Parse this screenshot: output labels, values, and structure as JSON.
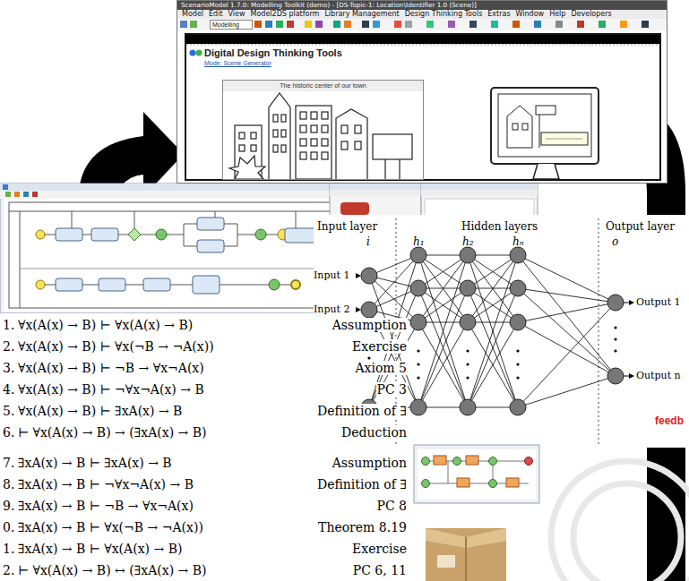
{
  "diagram": {
    "nodes": [
      {
        "text": [
          "ScenarioModel 1.7.0: Modelling Toolkit (demo) - [DS-Topic-1: Location\\Identifier 1.0 (Scene)]"
        ]
      },
      {
        "text": [
          "Digital Design Thinking Tools",
          "Mode: Scene Generator"
        ],
        "in": 0
      },
      {
        "text": [
          "The historic center of our town"
        ],
        "in": 1
      }
    ],
    "labels": [
      "Model",
      "Edit",
      "View",
      "Model2DS platform",
      "Library Management",
      "Design Thinking Tools",
      "Extras",
      "Window",
      "Help",
      "Developers",
      "Modelling",
      "Input layer",
      "Hidden layers",
      "Output layer",
      "i",
      "h₁",
      "h₂",
      "hₙ",
      "o",
      "Input 1",
      "Input 2",
      "Output 1",
      "Output n",
      "1.",
      "∀x(A(x) → B) ⊢ ∀x(A(x) → B)",
      "Assumption",
      "2.",
      "∀x(A(x) → B) ⊢ ∀x(¬B → ¬A(x))",
      "Exercise",
      "3.",
      "∀x(A(x) → B) ⊢ ¬B → ∀x¬A(x)",
      "Axiom 5",
      "4.",
      "∀x(A(x) → B) ⊢ ¬∀x¬A(x) → B",
      "PC 3",
      "5.",
      "∀x(A(x) → B) ⊢ ∃xA(x) → B",
      "Definition of ∃",
      "6.",
      "⊢ ∀x(A(x) → B) → (∃xA(x) → B)",
      "Deduction",
      "7.",
      "∃xA(x) → B ⊢ ∃xA(x) → B",
      "Assumption",
      "8.",
      "∃xA(x) → B ⊢ ¬∀x¬A(x) → B",
      "Definition of ∃",
      "9.",
      "∃xA(x) → B ⊢ ¬B → ∀x¬A(x)",
      "PC 8",
      "0.",
      "∃xA(x) → B ⊢ ∀x(¬B → ¬A(x))",
      "Theorem 8.19",
      "1.",
      "∃xA(x) → B ⊢ ∀x(A(x) → B)",
      "Exercise",
      "2.",
      "⊢ ∀x(A(x) → B) ↔ (∃xA(x) → B)",
      "PC 6, 11",
      "feedb"
    ]
  }
}
